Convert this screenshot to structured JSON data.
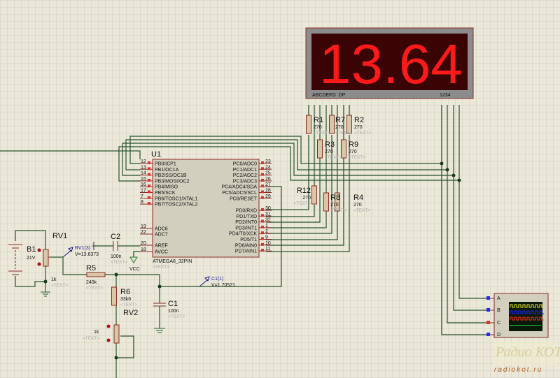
{
  "display": {
    "value": "13.64",
    "segment_labels": "ABCDEFG  DP",
    "digit_labels": "1234",
    "segment_color": "#ff1a1a",
    "off_color": "#5a0a0a"
  },
  "chip": {
    "ref": "U1",
    "part": "ATMEGA8_32PIN",
    "text": "<TEXT>",
    "left_pins": [
      {
        "num": "12",
        "name": "PB0/ICP1"
      },
      {
        "num": "13",
        "name": "PB1/OC1A"
      },
      {
        "num": "14",
        "name": "PB2/SS/OC1B"
      },
      {
        "num": "15",
        "name": "PB3/MOSI/OC2"
      },
      {
        "num": "16",
        "name": "PB4/MISO"
      },
      {
        "num": "17",
        "name": "PB5/SCK"
      },
      {
        "num": "7",
        "name": "PB6/TOSC1/XTAL1"
      },
      {
        "num": "8",
        "name": "PB7/TOSC2/XTAL2"
      }
    ],
    "left_analog": [
      {
        "num": "19",
        "name": "ADC6"
      },
      {
        "num": "22",
        "name": "ADC7"
      },
      {
        "num": "20",
        "name": "AREF"
      },
      {
        "num": "18",
        "name": "AVCC"
      }
    ],
    "right_pc": [
      {
        "num": "23",
        "name": "PC0/ADC0"
      },
      {
        "num": "24",
        "name": "PC1/ADC1"
      },
      {
        "num": "25",
        "name": "PC2/ADC2"
      },
      {
        "num": "26",
        "name": "PC3/ADC3"
      },
      {
        "num": "27",
        "name": "PC4/ADC4/SDA"
      },
      {
        "num": "28",
        "name": "PC5/ADC5/SCL"
      },
      {
        "num": "29",
        "name": "PC6/RESET"
      }
    ],
    "right_pd": [
      {
        "num": "30",
        "name": "PD0/RXD"
      },
      {
        "num": "31",
        "name": "PD1/TXD"
      },
      {
        "num": "32",
        "name": "PD2/INT0"
      },
      {
        "num": "1",
        "name": "PD3/INT1"
      },
      {
        "num": "2",
        "name": "PD4/T0/XCK"
      },
      {
        "num": "9",
        "name": "PD5/T1"
      },
      {
        "num": "10",
        "name": "PD6/AIN0"
      },
      {
        "num": "11",
        "name": "PD7/AIN1"
      }
    ]
  },
  "resistors": {
    "R1": {
      "ref": "R1",
      "value": "270"
    },
    "R7": {
      "ref": "R7",
      "value": "270"
    },
    "R2": {
      "ref": "R2",
      "value": "270"
    },
    "R3": {
      "ref": "R3",
      "value": "270"
    },
    "R9": {
      "ref": "R9",
      "value": "270"
    },
    "R12": {
      "ref": "R12",
      "value": "270"
    },
    "R8": {
      "ref": "R8",
      "value": "270"
    },
    "R4": {
      "ref": "R4",
      "value": "270"
    },
    "R5": {
      "ref": "R5",
      "value": "240k"
    },
    "R6": {
      "ref": "R6",
      "value": "33k6"
    }
  },
  "text_placeholder": "<TEXT>",
  "analog": {
    "RV1": {
      "ref": "RV1",
      "value": "1k"
    },
    "RV2": {
      "ref": "RV2",
      "value": "1k"
    },
    "B1": {
      "ref": "B1",
      "value": "21V"
    },
    "C1": {
      "ref": "C1",
      "value": "100n"
    },
    "C2": {
      "ref": "C2",
      "value": "100n"
    },
    "vcc": "VCC",
    "probe_rv1": {
      "name": "RV1(3)",
      "value": "V=13.6373"
    },
    "probe_c1": {
      "name": "C1(1)",
      "value": "V=1.70521"
    }
  },
  "scope": {
    "channels": [
      "A",
      "B",
      "C",
      "D"
    ],
    "trace_colors": [
      "#e8e830",
      "#2020ff",
      "#ff3020",
      "#20c040"
    ]
  },
  "watermark": {
    "logo": "Радио КОТ",
    "url": "radiokot.ru"
  }
}
